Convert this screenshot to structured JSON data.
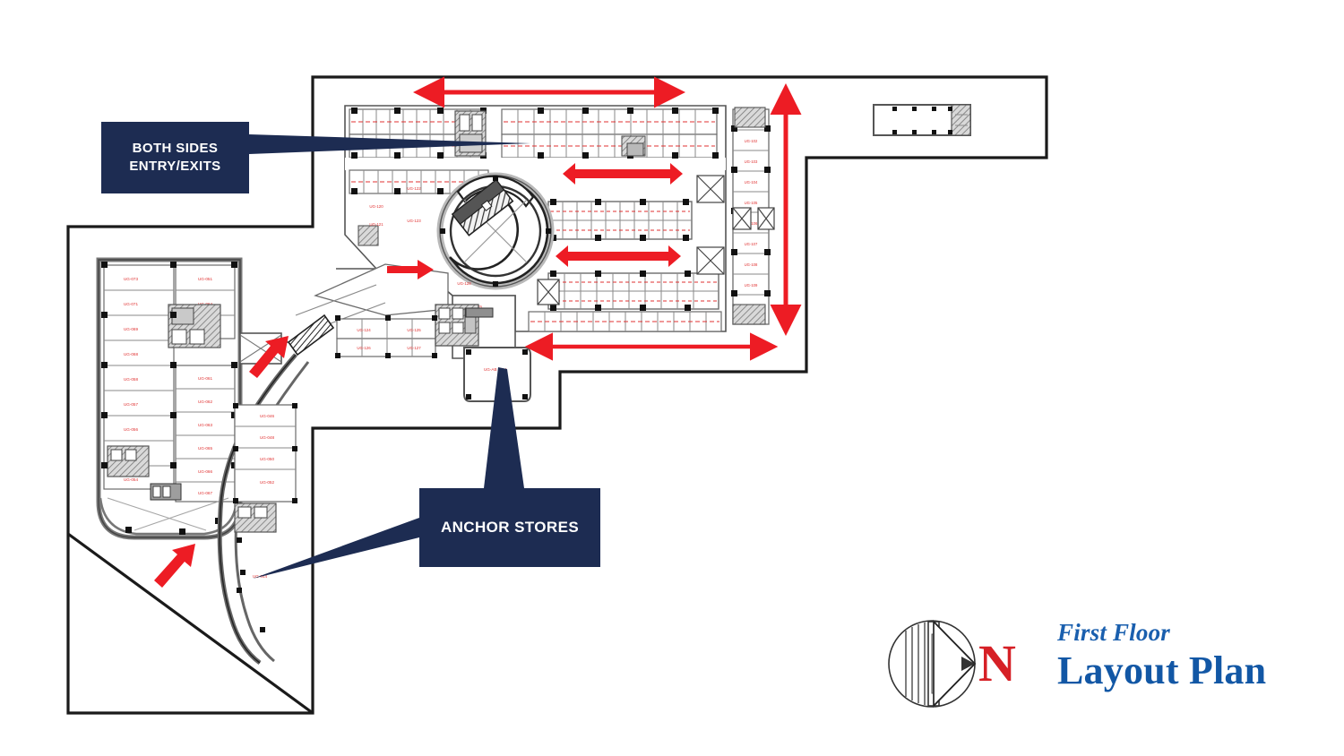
{
  "document": {
    "kind": "architectural-floor-plan",
    "title_sub": "First Floor",
    "title_main": "Layout Plan"
  },
  "callouts": [
    {
      "id": "both-sides-entry-exits",
      "line1": "BOTH SIDES",
      "line2": "ENTRY/EXITS",
      "color": "#1d2c52",
      "text_color": "#ffffff"
    },
    {
      "id": "anchor-stores",
      "label": "ANCHOR STORES",
      "color": "#1d2c52",
      "text_color": "#ffffff"
    }
  ],
  "compass": {
    "letter": "N",
    "letter_color": "#d62026",
    "icon": "north-arrow-compass"
  },
  "colors": {
    "navy": "#1d2c52",
    "arrow_red": "#ed1c24",
    "unit_label_red": "#e03030",
    "title_blue": "#1257a5",
    "title_blue_italic": "#1a5fae",
    "site_boundary": "#1a1a1a",
    "wall": "#4a4a4a",
    "column": "#1a1a1a",
    "core_fill": "#b5b5b5"
  },
  "circulation_arrows": [
    {
      "id": "north-mall-run",
      "type": "double-headed",
      "orientation": "horizontal"
    },
    {
      "id": "upper-court-run",
      "type": "double-headed",
      "orientation": "horizontal"
    },
    {
      "id": "lower-court-run",
      "type": "double-headed",
      "orientation": "horizontal"
    },
    {
      "id": "south-mall-run",
      "type": "double-headed",
      "orientation": "horizontal"
    },
    {
      "id": "east-spine-run",
      "type": "double-headed",
      "orientation": "vertical"
    },
    {
      "id": "west-entry-flow",
      "type": "single-headed",
      "orientation": "diagonal"
    },
    {
      "id": "atrium-entry-flow",
      "type": "single-headed",
      "orientation": "horizontal"
    },
    {
      "id": "west-wing-entry-flow",
      "type": "single-headed",
      "orientation": "diagonal"
    },
    {
      "id": "southwest-entry-flow",
      "type": "single-headed",
      "orientation": "diagonal"
    }
  ],
  "plan_features": {
    "atrium": "central-circular-atrium",
    "vertical_cores": [
      "escalator-bank",
      "lift-core",
      "stair-core",
      "service-core"
    ],
    "outbuilding": "detached-block-north-east",
    "anchor_units": [
      "anchor-store-south-central",
      "anchor-store-west-wing"
    ],
    "retail_unit_label_prefix": "UG"
  }
}
